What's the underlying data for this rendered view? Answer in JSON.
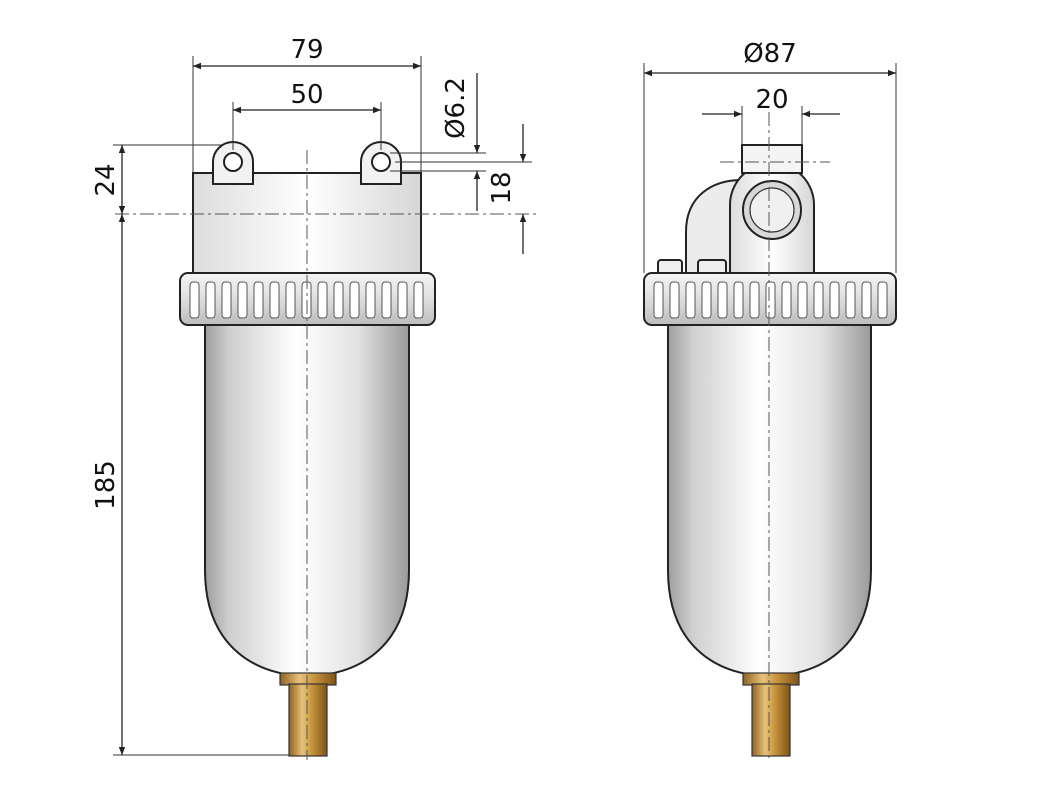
{
  "dimensions": {
    "front": {
      "overall_width": "79",
      "hole_spacing": "50",
      "hole_diameter": "Ø6.2",
      "head_height": "24",
      "hole_offset": "18",
      "total_height": "185"
    },
    "side": {
      "bowl_diameter": "Ø87",
      "port_width": "20"
    }
  },
  "colors": {
    "body_light": "#f4f4f4",
    "body_shade": "#b8b8b8",
    "brass_light": "#e8c27a",
    "brass_dark": "#9a6b22",
    "line": "#222222"
  }
}
